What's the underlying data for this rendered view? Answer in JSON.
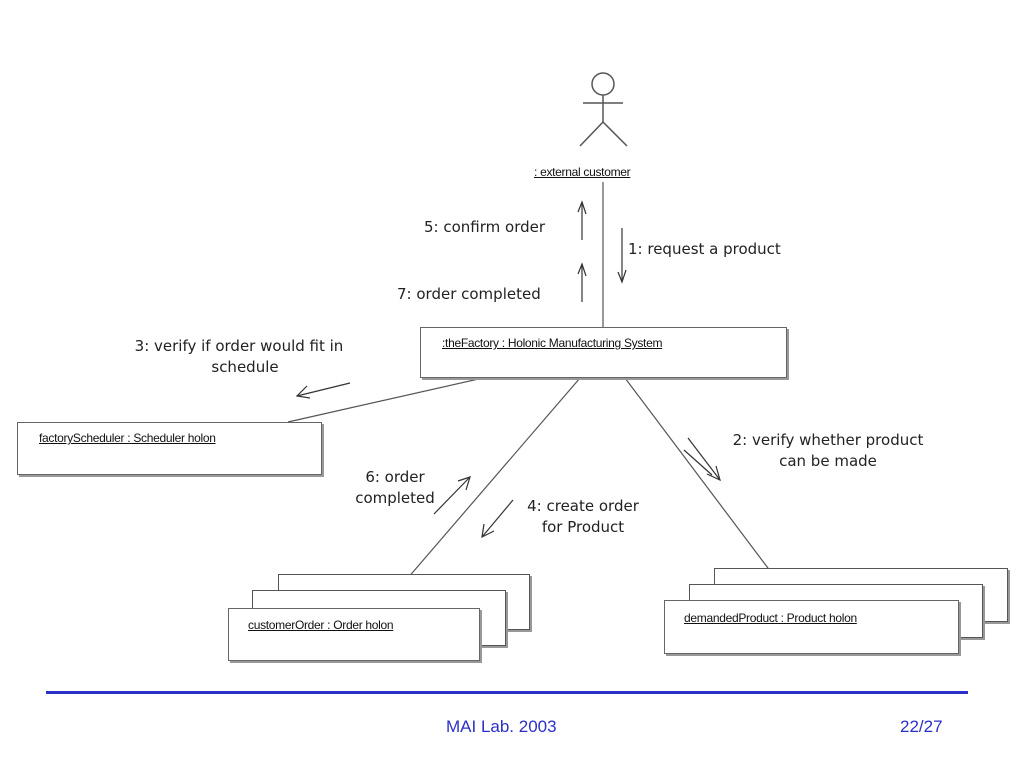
{
  "actor": {
    "label": ": external customer"
  },
  "objects": {
    "factory": ":theFactory : Holonic Manufacturing System",
    "scheduler": "factoryScheduler : Scheduler holon",
    "order": "customerOrder : Order holon",
    "product": "demandedProduct : Product holon"
  },
  "messages": {
    "m1": "1: request a product",
    "m2_line1": "2: verify whether product",
    "m2_line2": "can be made",
    "m3_line1": "3: verify if order would fit in",
    "m3_line2": "schedule",
    "m4_line1": "4: create order",
    "m4_line2": "for Product",
    "m5": "5: confirm order",
    "m6_line1": "6: order",
    "m6_line2": "completed",
    "m7": "7: order completed"
  },
  "footer": {
    "left": "MAI Lab. 2003",
    "right": "22/27"
  },
  "colors": {
    "footer_accent": "#2b2fc8",
    "line": "#555555"
  }
}
